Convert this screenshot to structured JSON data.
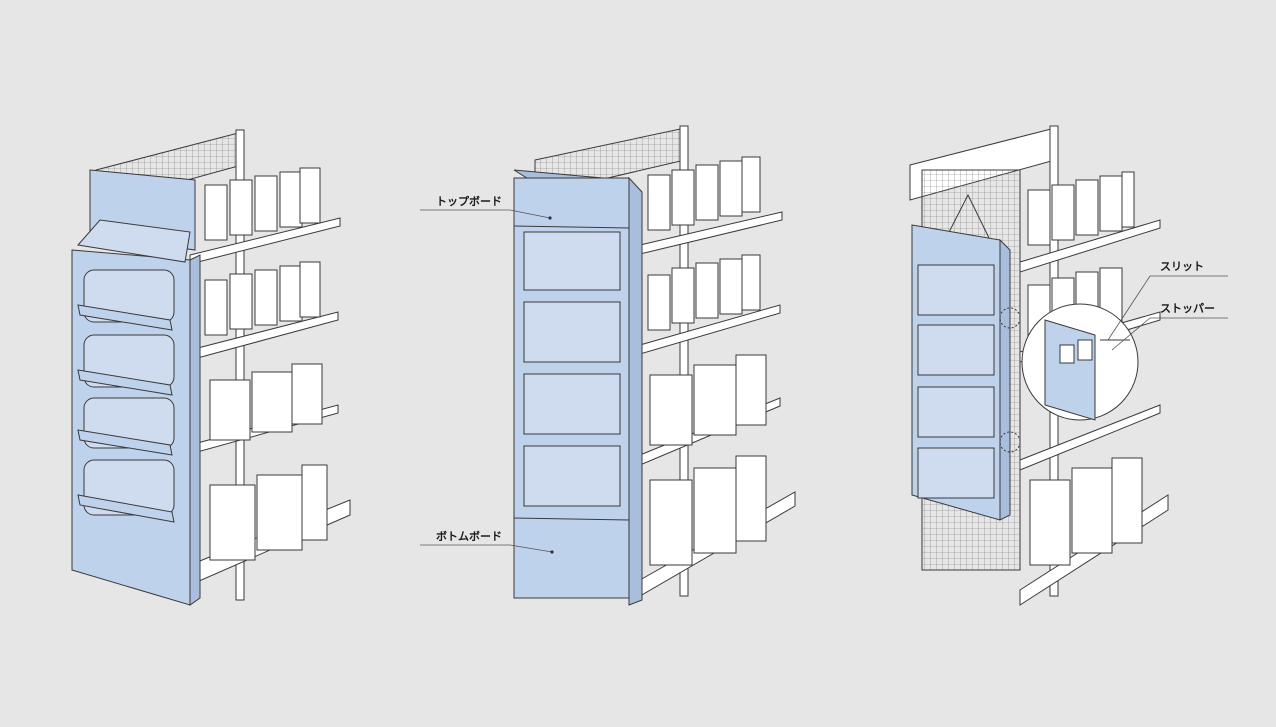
{
  "labels": {
    "top_board": "トップボード",
    "bottom_board": "ボトムボード",
    "slit": "スリット",
    "stopper": "ストッパー"
  },
  "colors": {
    "background": "#e6e6e6",
    "panel_blue": "#bfd2ec",
    "panel_blue_dark": "#a9bedd",
    "panel_window": "#cfdcef",
    "shelf_white": "#ffffff",
    "line": "#3a3a3a"
  }
}
